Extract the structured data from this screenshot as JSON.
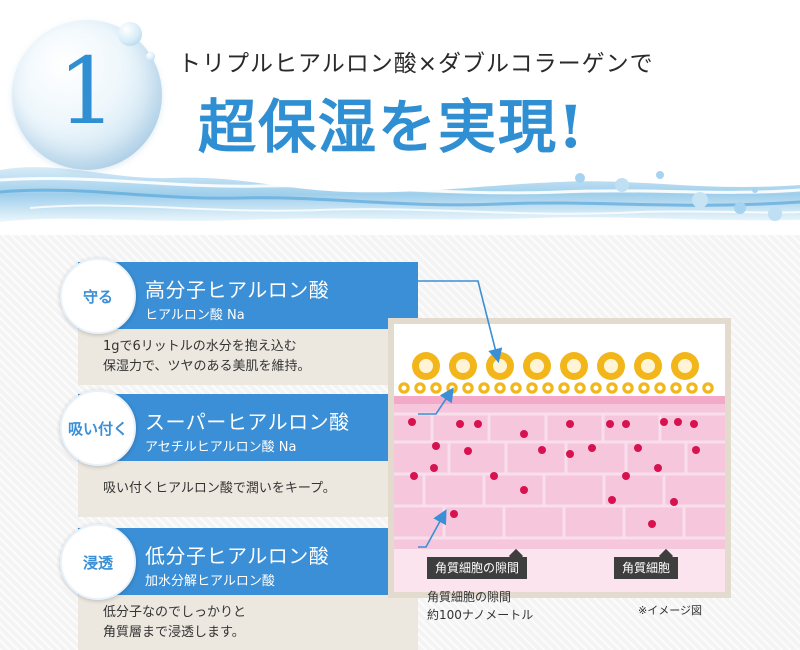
{
  "header": {
    "number": "1",
    "subtitle": "トリプルヒアルロン酸×ダブルコラーゲンで",
    "headline": "超保湿を実現!"
  },
  "features": [
    {
      "badge": "守る",
      "title": "高分子ヒアルロン酸",
      "subtitle": "ヒアルロン酸 Na",
      "description_lines": [
        "1gで6リットルの水分を抱え込む",
        "保湿力で、ツヤのある美肌を維持。"
      ]
    },
    {
      "badge": "吸い付く",
      "title": "スーパーヒアルロン酸",
      "subtitle": "アセチルヒアルロン酸 Na",
      "description_lines": [
        "吸い付くヒアルロン酸で潤いをキープ。"
      ]
    },
    {
      "badge": "浸透",
      "title": "低分子ヒアルロン酸",
      "subtitle": "加水分解ヒアルロン酸",
      "description_lines": [
        "低分子なのでしっかりと",
        "角質層まで浸透します。"
      ]
    }
  ],
  "diagram": {
    "label_gap": "角質細胞の隙間",
    "label_cell": "角質細胞",
    "gap_note_lines": [
      "角質細胞の隙間",
      "約100ナノメートル"
    ],
    "image_note": "※イメージ図"
  },
  "colors": {
    "accent_blue": "#3a8fd6",
    "skin_pink": "#f4bfd8",
    "molecule_red": "#d8124f",
    "molecule_gold": "#f2b61a"
  }
}
